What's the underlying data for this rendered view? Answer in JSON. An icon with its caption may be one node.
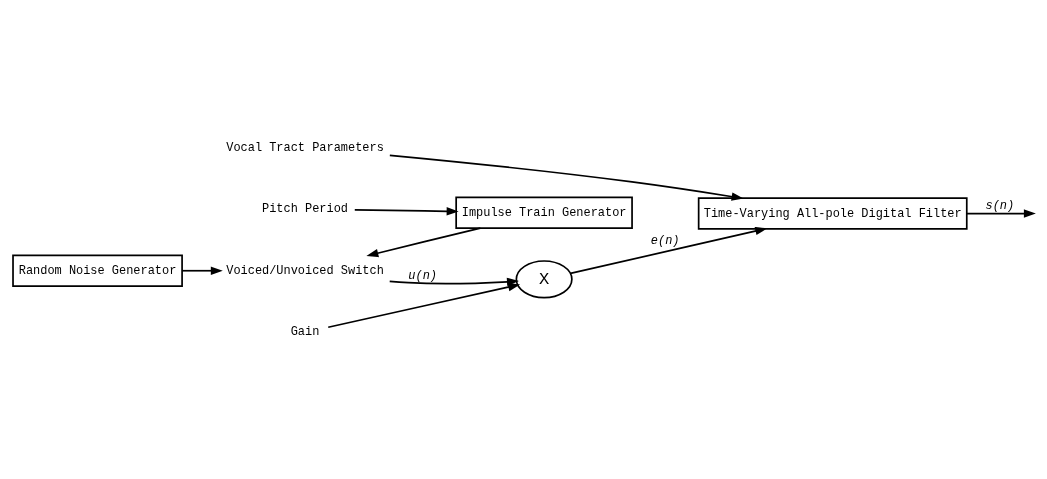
{
  "diagram": {
    "nodes": [
      {
        "text": [
          "Pitch Period"
        ]
      },
      {
        "text": [
          "Impulse Train Generator"
        ]
      },
      {
        "text": [
          "Voiced/Unvoiced Switch"
        ]
      },
      {
        "text": [
          "Random Noise Generator"
        ]
      },
      {
        "text": [
          "X"
        ]
      },
      {
        "text": [
          "Gain"
        ]
      },
      {
        "text": [
          "Vocal Tract Parameters"
        ]
      },
      {
        "text": [
          "Time-Varying All-pole Digital Filter"
        ]
      }
    ],
    "edges": [
      {
        "from": 0,
        "to": 1,
        "arrow": "to"
      },
      {
        "from": 1,
        "to": 2,
        "arrow": "to"
      },
      {
        "from": 3,
        "to": 2,
        "arrow": "to"
      },
      {
        "from": 2,
        "to": 4,
        "arrow": "to",
        "label": "u(n)"
      },
      {
        "from": 5,
        "to": 4,
        "arrow": "to"
      },
      {
        "from": 4,
        "to": 7,
        "arrow": "to",
        "label": "e(n)"
      },
      {
        "from": 6,
        "to": 7,
        "arrow": "to"
      },
      {
        "from": 7,
        "to": null,
        "arrow": "to",
        "label": "s(n)"
      }
    ]
  }
}
